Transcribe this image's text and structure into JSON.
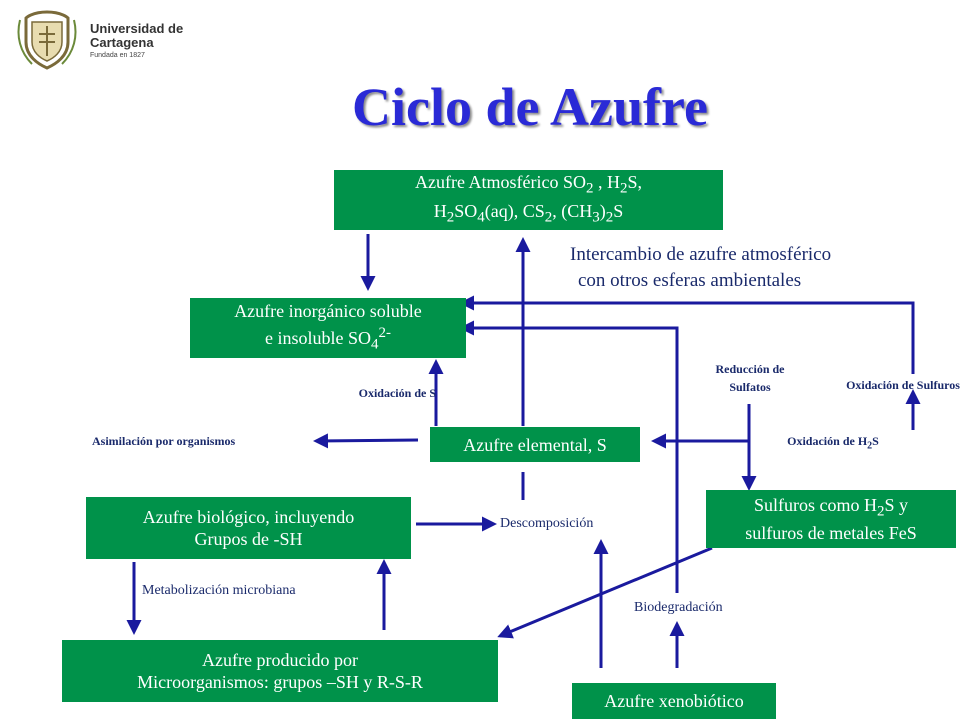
{
  "header": {
    "logo_name": "Universidad de Cartagena",
    "logo_sub": "Fundada en 1827",
    "title": "Ciclo de Azufre"
  },
  "boxes": {
    "atmos_1": "Azufre Atmosférico SO",
    "atmos_1b": "2",
    "atmos_1c": " , H",
    "atmos_1d": "2",
    "atmos_1e": "S,",
    "atmos_2a": "H",
    "atmos_2b": "2",
    "atmos_2c": "SO",
    "atmos_2d": "4",
    "atmos_2e": "(aq), CS",
    "atmos_2f": "2",
    "atmos_2g": ", (CH",
    "atmos_2h": "3",
    "atmos_2i": ")",
    "atmos_2j": "2",
    "atmos_2k": "S",
    "inorg_1": "Azufre inorgánico soluble",
    "inorg_2a": "e insoluble SO",
    "inorg_2b": "4",
    "inorg_2c": "2-",
    "elemental": "Azufre elemental, S",
    "bio_1": "Azufre biológico, incluyendo",
    "bio_2": "Grupos de -SH",
    "sulf_1a": "Sulfuros como H",
    "sulf_1b": "2",
    "sulf_1c": "S y",
    "sulf_2": "sulfuros de metales FeS",
    "micro_1": "Azufre producido por",
    "micro_2": "Microorganismos: grupos –SH y R-S-R",
    "xeno": "Azufre xenobiótico"
  },
  "labels": {
    "intercambio_1": "Intercambio de azufre atmosférico",
    "intercambio_2": "con otros esferas ambientales",
    "oxid_s": "Oxidación de S",
    "asimilacion": "Asimilación por organismos",
    "reduccion": "Reducción de Sulfatos",
    "oxid_sulfuros": "Oxidación de Sulfuros",
    "oxid_h2s_a": "Oxidación de H",
    "oxid_h2s_b": "2",
    "oxid_h2s_c": "S",
    "descomposicion": "Descomposición",
    "metabolizacion": "Metabolización microbiana",
    "biodegradacion": "Biodegradación"
  },
  "colors": {
    "box": "#00924a",
    "arrow": "#1a1a9e",
    "title": "#2a2ad6"
  }
}
